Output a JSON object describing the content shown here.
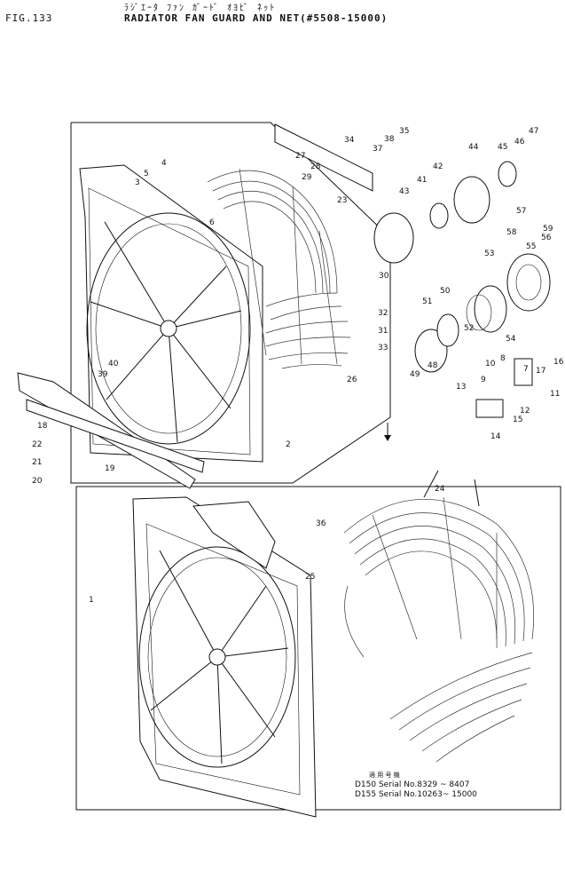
{
  "header": {
    "fig": "FIG.133",
    "title_jp": "ﾗｼﾞｴｰﾀ ﾌｧﾝ ｶﾞｰﾄﾞ ｵﾖﾋﾞ ﾈｯﾄ",
    "title": "RADIATOR FAN GUARD AND NET(#5508-15000)"
  },
  "notes": {
    "heading": "適 用 号 機",
    "lines": [
      "D150 Serial No.8329 ~ 8407",
      "D155 Serial No.10263~ 15000"
    ]
  },
  "callouts": [
    "1",
    "2",
    "3",
    "4",
    "5",
    "6",
    "7",
    "8",
    "9",
    "10",
    "11",
    "12",
    "13",
    "14",
    "15",
    "16",
    "17",
    "18",
    "19",
    "20",
    "21",
    "22",
    "23",
    "24",
    "25",
    "26",
    "27",
    "28",
    "29",
    "30",
    "31",
    "32",
    "33",
    "34",
    "35",
    "36",
    "37",
    "38",
    "39",
    "40",
    "41",
    "42",
    "43",
    "44",
    "45",
    "46",
    "47",
    "48",
    "49",
    "50",
    "51",
    "52",
    "53",
    "54",
    "55",
    "56",
    "57",
    "58",
    "59"
  ]
}
